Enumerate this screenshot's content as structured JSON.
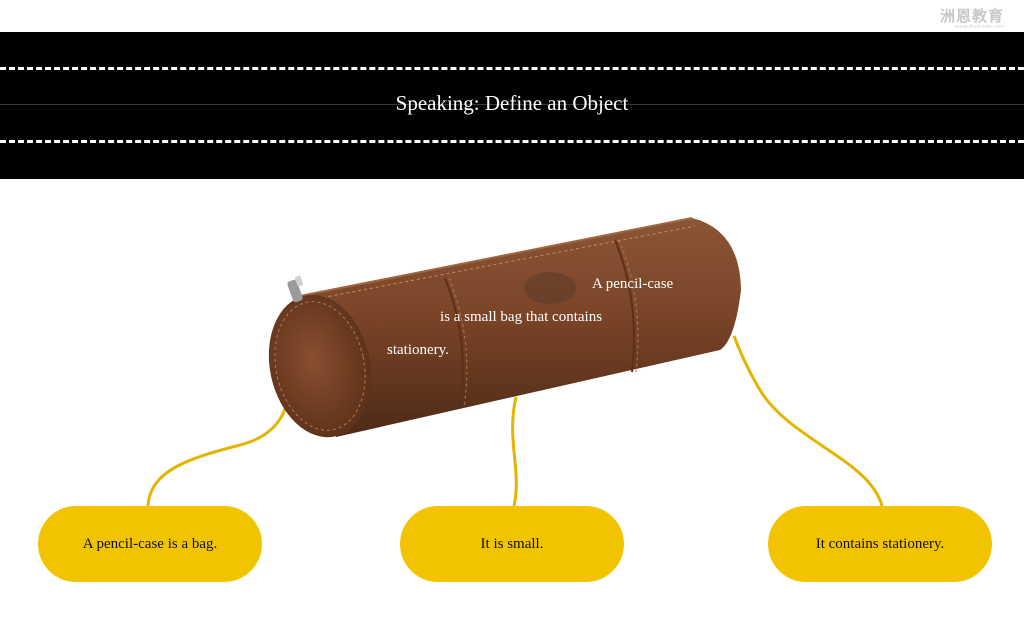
{
  "watermark": {
    "main": "洲恩教育",
    "sub": "www.zhen edu.com"
  },
  "header": {
    "title": "Speaking: Define an Object"
  },
  "image": {
    "annotation_lines": [
      "A pencil-case",
      "is a small bag that contains",
      "stationery."
    ]
  },
  "callouts": [
    {
      "label": "A pencil-case is a bag."
    },
    {
      "label": "It is small."
    },
    {
      "label": "It contains stationery."
    }
  ],
  "colors": {
    "banner": "#000000",
    "pill": "#f2c400",
    "connector": "#e3b400",
    "leather": "#7a4326"
  }
}
